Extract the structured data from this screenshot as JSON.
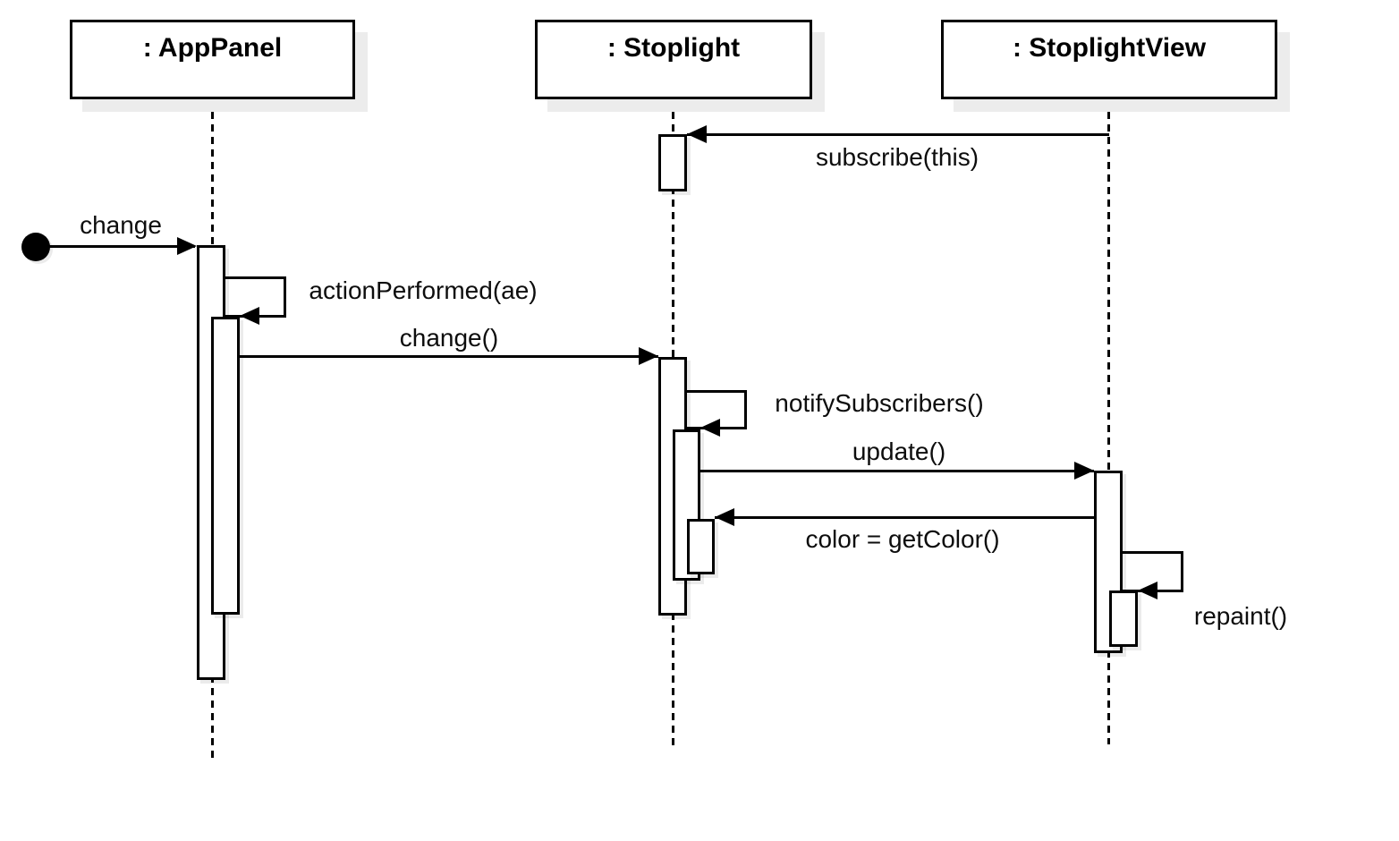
{
  "diagram": {
    "type": "uml-sequence-diagram",
    "background_color": "#ffffff",
    "line_color": "#000000",
    "shadow_color": "#ececec",
    "objects": [
      {
        "id": "apppanel",
        "label": ": AppPanel"
      },
      {
        "id": "stoplight",
        "label": ": Stoplight"
      },
      {
        "id": "stoplightview",
        "label": ": StoplightView"
      }
    ],
    "messages": [
      {
        "id": "subscribe",
        "label": "subscribe(this)",
        "from": "stoplightview",
        "to": "stoplight",
        "type": "call"
      },
      {
        "id": "change-found",
        "label": "change",
        "from": "found-message",
        "to": "apppanel",
        "type": "found"
      },
      {
        "id": "action-performed",
        "label": "actionPerformed(ae)",
        "from": "apppanel",
        "to": "apppanel",
        "type": "self-call"
      },
      {
        "id": "change-call",
        "label": "change()",
        "from": "apppanel",
        "to": "stoplight",
        "type": "call"
      },
      {
        "id": "notify-subscribers",
        "label": "notifySubscribers()",
        "from": "stoplight",
        "to": "stoplight",
        "type": "self-call"
      },
      {
        "id": "update",
        "label": "update()",
        "from": "stoplight",
        "to": "stoplightview",
        "type": "call"
      },
      {
        "id": "get-color",
        "label": "color = getColor()",
        "from": "stoplightview",
        "to": "stoplight",
        "type": "call"
      },
      {
        "id": "repaint",
        "label": "repaint()",
        "from": "stoplightview",
        "to": "stoplightview",
        "type": "self-call"
      }
    ]
  }
}
